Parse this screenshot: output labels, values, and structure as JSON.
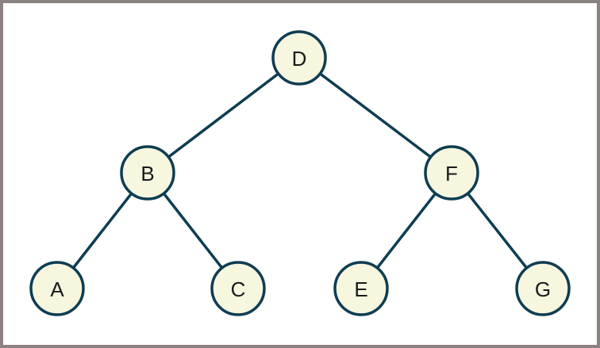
{
  "colors": {
    "frame_border": "#8a8382",
    "edge": "#0f3d52",
    "node_stroke": "#0f3d52",
    "node_fill": "#f7f6df",
    "label": "#1a1a1a"
  },
  "tree": {
    "nodes": [
      {
        "id": "D",
        "label": "D"
      },
      {
        "id": "B",
        "label": "B"
      },
      {
        "id": "F",
        "label": "F"
      },
      {
        "id": "A",
        "label": "A"
      },
      {
        "id": "C",
        "label": "C"
      },
      {
        "id": "E",
        "label": "E"
      },
      {
        "id": "G",
        "label": "G"
      }
    ],
    "edges": [
      {
        "from": "D",
        "to": "B"
      },
      {
        "from": "D",
        "to": "F"
      },
      {
        "from": "B",
        "to": "A"
      },
      {
        "from": "B",
        "to": "C"
      },
      {
        "from": "F",
        "to": "E"
      },
      {
        "from": "F",
        "to": "G"
      }
    ]
  }
}
